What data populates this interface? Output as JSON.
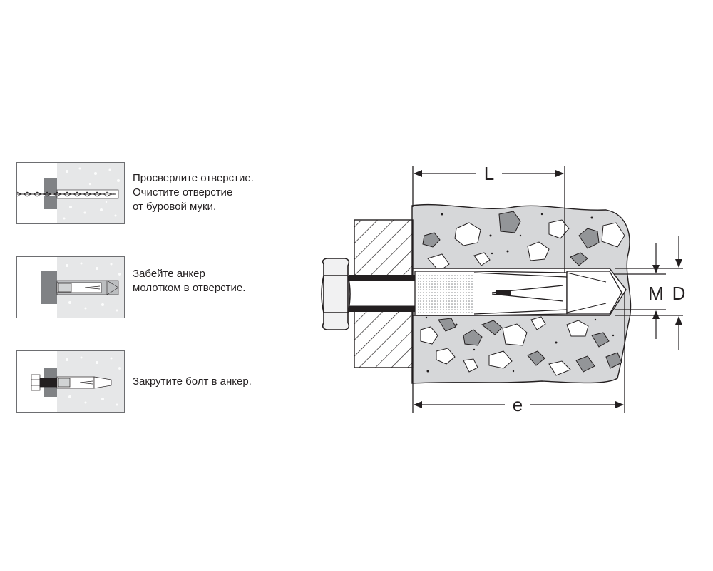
{
  "steps": [
    {
      "text": "Просверлите отверстие.\nОчистите отверстие\nот буровой муки."
    },
    {
      "text": "Забейте анкер\nмолотком в отверстие."
    },
    {
      "text": "Закрутите болт в анкер."
    }
  ],
  "dimensions": {
    "L": "L",
    "e": "e",
    "M": "M",
    "D": "D"
  },
  "colors": {
    "concrete": "#d6d7d9",
    "stone_dark": "#939598",
    "stone_light": "#ffffff",
    "outline": "#231f20",
    "nut": "#f1f1f2",
    "hatch": "#231f20"
  }
}
